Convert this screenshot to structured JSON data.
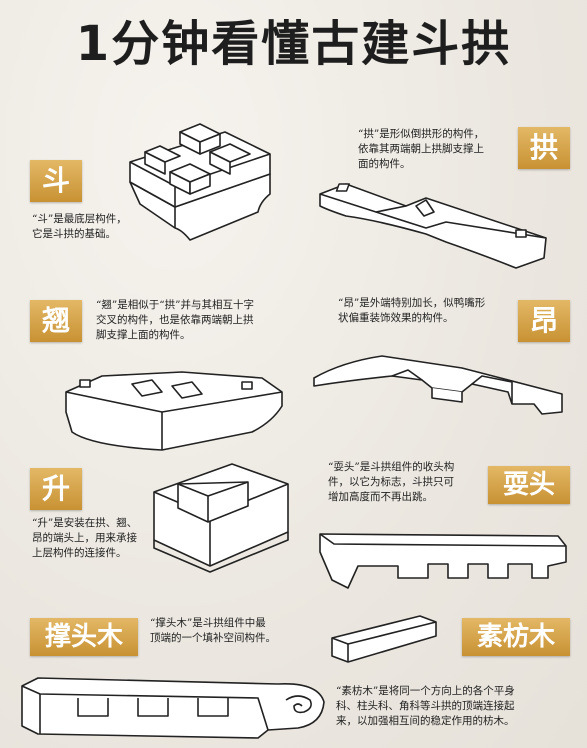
{
  "title": "1分钟看懂古建斗拱",
  "sections": {
    "dou": {
      "badge": "斗",
      "desc_lines": [
        "“斗”是最底层构件，",
        "它是斗拱的基础。"
      ]
    },
    "gong": {
      "badge": "拱",
      "desc_lines": [
        "“拱”是形似倒拱形的构件，",
        "依靠其两端朝上拱脚支撑上",
        "面的构件。"
      ]
    },
    "qiao": {
      "badge": "翘",
      "desc_lines": [
        "“翘”是相似于“拱”并与其相互十字",
        "交叉的构件，也是依靠两端朝上拱",
        "脚支撑上面的构件。"
      ]
    },
    "ang": {
      "badge": "昂",
      "desc_lines": [
        "“昂”是外端特别加长，似鸭嘴形",
        "状偏重装饰效果的构件。"
      ]
    },
    "sheng": {
      "badge": "升",
      "desc_lines": [
        "“升”是安装在拱、翘、",
        "昂的端头上，用来承接",
        "上层构件的连接件。"
      ]
    },
    "shuatou": {
      "badge": "耍头",
      "desc_lines": [
        "“耍头”是斗拱组件的收头构",
        "件，以它为标志，斗拱只可",
        "增加高度而不再出跳。"
      ]
    },
    "chengtoumu": {
      "badge": "撑头木",
      "desc_lines": [
        "“撑头木”是斗拱组件中最",
        "顶端的一个填补空间构件。"
      ]
    },
    "sufangmu": {
      "badge": "素枋木",
      "desc_lines": [
        "“素枋木”是将同一个方向上的各个平身",
        "科、柱头科、角科等斗拱的顶端连接起",
        "来，以加强相互间的稳定作用的枋木。"
      ]
    }
  },
  "colors": {
    "badge_gold": "#d4a24a",
    "badge_text": "#ffffff",
    "background": "#efece6"
  },
  "illustrations": [
    "dou-block",
    "gong-arm",
    "qiao-arm",
    "ang-beak",
    "sheng-block",
    "shuatou-beam",
    "chengtoumu-beam",
    "sufangmu-beam"
  ]
}
